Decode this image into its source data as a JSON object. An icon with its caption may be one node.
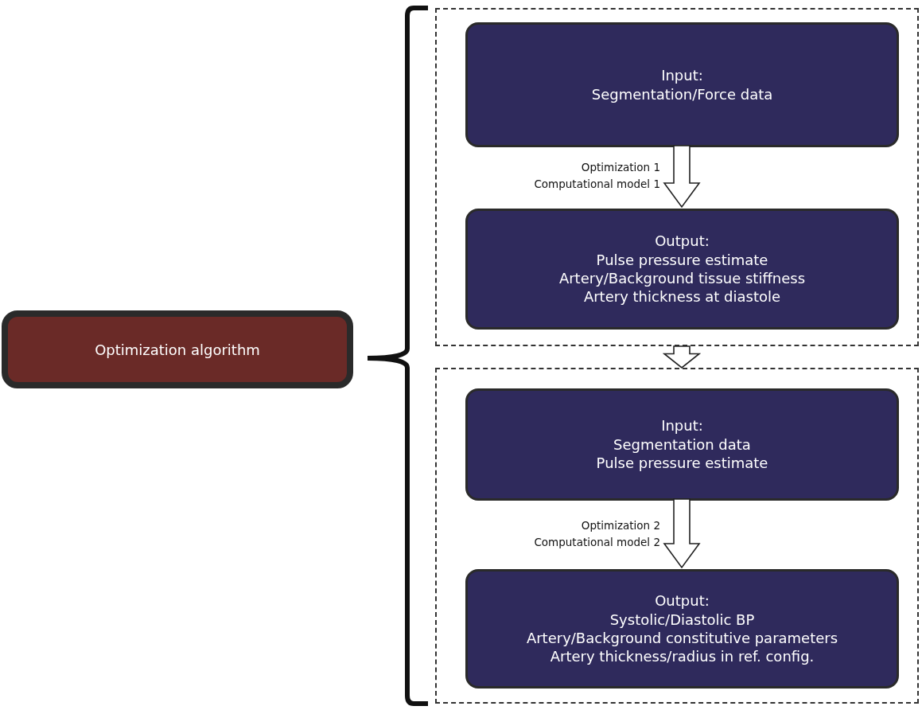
{
  "diagram": {
    "nodes": [
      {
        "text": [
          "Optimization algorithm"
        ]
      },
      {
        "text": [],
        "shape": "box"
      },
      {
        "text": [
          "Input:",
          "Segmentation/Force data"
        ],
        "in": 1
      },
      {
        "text": [
          "Output:",
          "Pulse pressure estimate",
          "Artery/Background tissue stiffness",
          "Artery thickness at diastole"
        ],
        "in": 1
      },
      {
        "text": [],
        "shape": "box"
      },
      {
        "text": [
          "Input:",
          "Segmentation data",
          "Pulse pressure estimate"
        ],
        "in": 4
      },
      {
        "text": [
          "Output:",
          "Systolic/Diastolic BP",
          "Artery/Background constitutive parameters",
          "Artery thickness/radius in ref. config."
        ],
        "in": 4
      }
    ],
    "edges": [
      {
        "from": 2,
        "to": 3,
        "arrow": "to",
        "label": "Optimization 1 Computational model 1"
      },
      {
        "from": 1,
        "to": 4,
        "arrow": "to"
      },
      {
        "from": 5,
        "to": 6,
        "arrow": "to",
        "label": "Optimization 2 Computational model 2"
      }
    ]
  }
}
